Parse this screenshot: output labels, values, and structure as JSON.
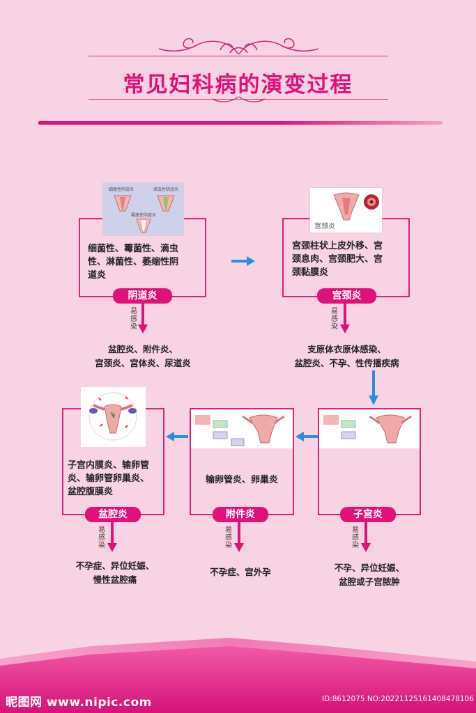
{
  "title": "常见妇科病的演变过程",
  "sections": {
    "vaginitis": {
      "label": "阴道炎",
      "description_lines": [
        "细菌性、霉菌性、滴虫",
        "性、淋菌性、萎缩性阴",
        "道炎"
      ],
      "illustration_captions": [
        "细菌性阴道炎",
        "滴虫性阴道炎",
        "霉菌性阴道炎"
      ],
      "arrow_text": "易感染",
      "outcome_lines": [
        "盆腔炎、附件炎、",
        "宫颈炎、宫体炎、尿道炎"
      ]
    },
    "cervicitis": {
      "label": "宫颈炎",
      "description_lines": [
        "宫颈柱状上皮外移、宫",
        "颈息肉、宫颈肥大、宫",
        "颈黏膜炎"
      ],
      "illustration_caption": "宫颈炎",
      "arrow_text": "易感染",
      "outcome_lines": [
        "支原体衣原体感染、",
        "盆腔炎、不孕、性传播疾病"
      ]
    },
    "endometritis": {
      "label": "子宫炎",
      "arrow_text": "易感染",
      "outcome_lines": [
        "不孕、异位妊娠、",
        "盆腔或子宫脓肿"
      ]
    },
    "adnexitis": {
      "label": "附件炎",
      "description_lines": [
        "输卵管炎、卵巢炎"
      ],
      "arrow_text": "易感染",
      "outcome_lines": [
        "不孕症、宫外孕"
      ]
    },
    "pid": {
      "label": "盆腔炎",
      "description_lines": [
        "子宫内膜炎、输卵管",
        "炎、输卵管卵巢炎、",
        "盆腔腹膜炎"
      ],
      "arrow_text": "易感染",
      "outcome_lines": [
        "不孕症、异位妊娠、",
        "慢性盆腔痛"
      ]
    }
  },
  "watermark": {
    "site": "昵图网 www.nipic.com",
    "id": "ID:8612075 NO:20221125161408478106"
  },
  "colors": {
    "background": "#f8d3e3",
    "accent": "#e0127a",
    "flow_arrow": "#2a8fd8"
  }
}
